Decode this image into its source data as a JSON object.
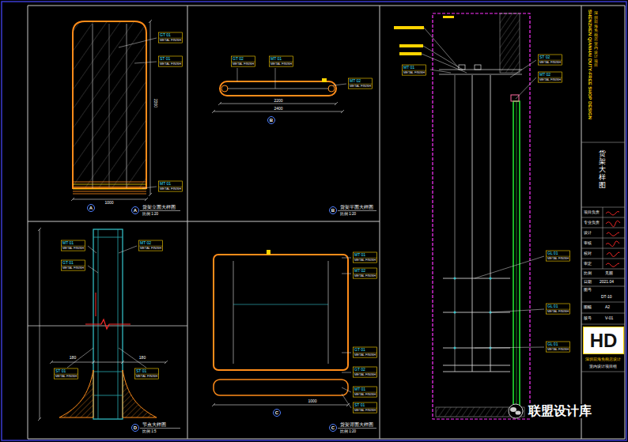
{
  "diagram": {
    "title": "货架大样图",
    "nodes": [
      {
        "text": [
          "A"
        ]
      },
      {
        "text": [
          "B"
        ]
      },
      {
        "text": [
          "C"
        ]
      },
      {
        "text": [
          "A"
        ]
      },
      {
        "text": [
          "B"
        ]
      },
      {
        "text": [
          "D"
        ]
      },
      {
        "text": [
          "C"
        ]
      },
      {
        "text": [
          "HD"
        ]
      }
    ],
    "labels": [
      "GT 01",
      "METAL FINISH",
      "ST 01",
      "METAL FINISH",
      "MT 01",
      "METAL FINISH",
      "GT 02",
      "METAL FINISH",
      "MT 01",
      "METAL FINISH",
      "MT 02",
      "METAL FINISH",
      "MT 01",
      "METAL FINISH",
      "ST 02",
      "METAL FINISH",
      "MT 02",
      "METAL FINISH",
      "GL 01",
      "METAL FINISH",
      "GL 01",
      "METAL FINISH",
      "GL 01",
      "METAL FINISH",
      "MT 01",
      "METAL FINISH",
      "GT 01",
      "METAL FINISH",
      "MT 02",
      "METAL FINISH",
      "ST 01",
      "METAL FINISH",
      "ST 01",
      "METAL FINISH",
      "MT 01",
      "METAL FINISH",
      "MT 02",
      "METAL FINISH",
      "GT 01",
      "METAL FINISH",
      "GT 02",
      "METAL FINISH",
      "MT 01",
      "METAL FINISH",
      "ST 01",
      "METAL FINISH",
      "1000",
      "2200",
      "2400",
      "2200",
      "货架立面大样图",
      "比例 1:20",
      "货架平面大样图",
      "比例 1:20",
      "节点大样图",
      "比例 1:5",
      "货架背面大样图",
      "比例 1:20",
      "SHENZHEN QIANHAI DUTY-FREE SHOP DESIGN",
      "深圳前海免税店室内设计项目",
      "项目负责",
      "专业负责",
      "设计",
      "审核",
      "校对",
      "审定",
      "比例",
      "见图",
      "日期",
      "2021.04",
      "图号",
      "DT-10",
      "图幅",
      "A2",
      "版号",
      "V-01",
      "深圳前海免税店设计",
      "室内设计项目组",
      "联盟设计库",
      "1000",
      "180",
      "180"
    ]
  }
}
